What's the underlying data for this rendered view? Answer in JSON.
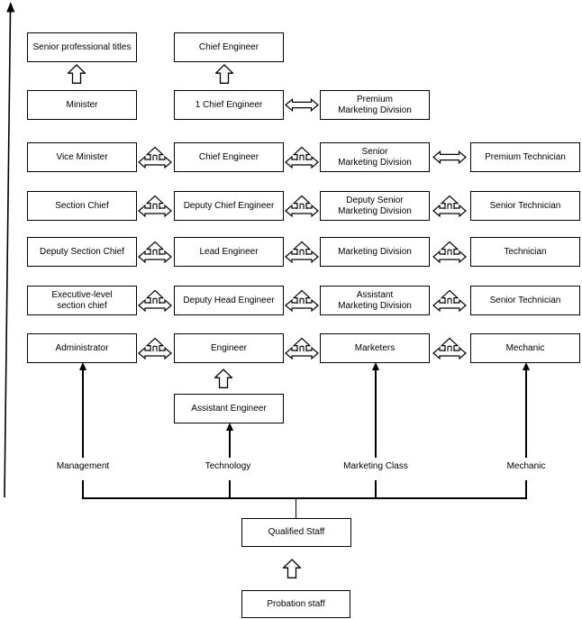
{
  "nodes": {
    "r1c1": "Senior professional titles",
    "r1c2": "Chief Engineer",
    "r2c1": "Minister",
    "r2c2": "1 Chief Engineer",
    "r2c3": "Premium\nMarketing Division",
    "r3c1": "Vice Minister",
    "r3c2": "Chief Engineer",
    "r3c3": "Senior\nMarketing Division",
    "r3c4": "Premium Technician",
    "r4c1": "Section Chief",
    "r4c2": "Deputy Chief Engineer",
    "r4c3": "Deputy Senior\nMarketing Division",
    "r4c4": "Senior Technician",
    "r5c1": "Deputy Section Chief",
    "r5c2": "Lead Engineer",
    "r5c3": "Marketing Division",
    "r5c4": "Technician",
    "r6c1": "Executive-level\nsection chief",
    "r6c2": "Deputy Head Engineer",
    "r6c3": "Assistant\nMarketing Division",
    "r6c4": "Senior Technician",
    "r7c1": "Administrator",
    "r7c2": "Engineer",
    "r7c3": "Marketers",
    "r7c4": "Mechanic",
    "assistant_engineer": "Assistant Engineer",
    "qualified_staff": "Qualified Staff",
    "probation_staff": "Probation staff"
  },
  "tracks": {
    "management": "Management",
    "technology": "Technology",
    "marketing": "Marketing Class",
    "mechanic": "Mechanic"
  },
  "icons": {
    "axis_arrow": "up-axis-arrow",
    "promotion_arrow": "hollow-up-block-arrow",
    "transfer_arrow": "horizontal-double-arrow",
    "transfer_promotion_arrow": "left-right-up-three-way-arrow",
    "track_arrow": "thin-up-arrow"
  },
  "colors": {
    "ink": "#000000",
    "background": "#ffffff",
    "box_fill": "#ffffff"
  }
}
